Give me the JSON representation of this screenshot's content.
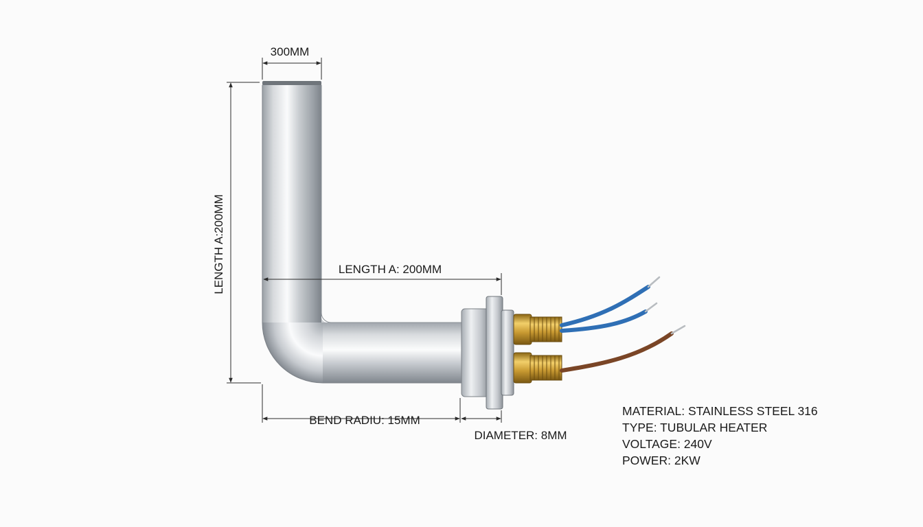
{
  "dimensions": {
    "top_width": "300MM",
    "vertical_length": "LENGTH A:200MM",
    "horizontal_length": "LENGTH A: 200MM",
    "bend_radius": "BEND RADIU: 15MM",
    "diameter": "DIAMETER: 8MM"
  },
  "specs": [
    "MATERIAL: STAINLESS STEEL 316",
    "TYPE: TUBULAR HEATER",
    "VOLTAGE: 240V",
    "POWER: 2KW"
  ],
  "colors": {
    "steel_light": "#f2f3f5",
    "steel_dark": "#8e949a",
    "brass": "#c99a32",
    "wire_blue": "#2f6fb5",
    "wire_brown": "#7a4526",
    "line": "#2b2b2b"
  }
}
